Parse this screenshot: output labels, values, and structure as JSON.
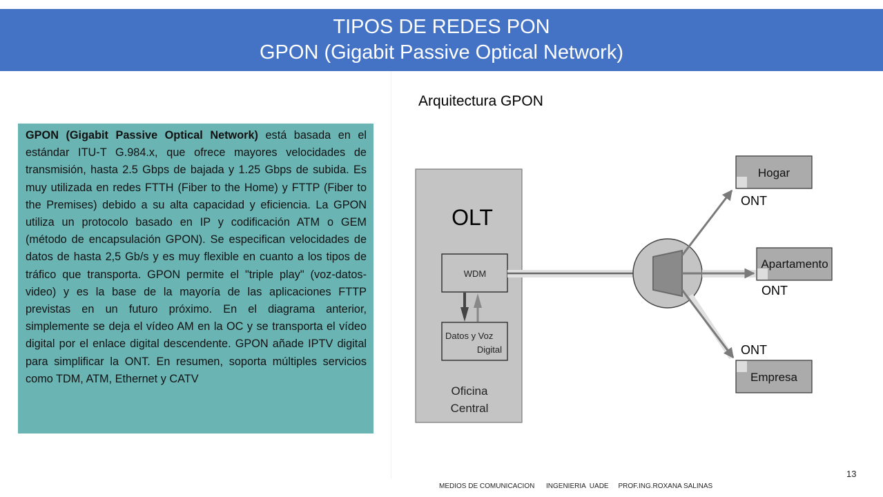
{
  "header": {
    "title_line1": "TIPOS DE REDES PON",
    "title_line2": "GPON (Gigabit Passive Optical Network)"
  },
  "textbox": {
    "bold_lead": "GPON (Gigabit Passive Optical Network)",
    "body": " está basada en el estándar ITU-T G.984.x, que ofrece mayores velocidades de transmisión, hasta 2.5 Gbps de bajada y 1.25 Gbps de subida. Es muy utilizada en redes FTTH (Fiber to the Home) y FTTP (Fiber to the Premises) debido a su alta capacidad y eficiencia. La GPON utiliza un protocolo basado en IP y codificación ATM o GEM (método de encapsulación GPON). Se especifican velocidades de datos de hasta 2,5 Gb/s y es muy flexible en cuanto a los tipos de tráfico que transporta. GPON permite el \"triple play\" (voz-datos-video) y es la base de la mayoría de las aplicaciones FTTP previstas en un futuro próximo. En el diagrama anterior, simplemente se deja el vídeo AM en la OC y se transporta el vídeo digital por el enlace digital descendente. GPON añade IPTV digital para simplificar la ONT. En resumen, soporta múltiples servicios como TDM, ATM, Ethernet y CATV",
    "background_color": "#6ab5b4"
  },
  "diagram": {
    "title": "Arquitectura GPON",
    "olt": {
      "label": "OLT",
      "wdm_label": "WDM",
      "data_box_line1": "Datos y Voz",
      "data_box_line2": "Digital",
      "office_line1": "Oficina",
      "office_line2": "Central"
    },
    "splitter": {
      "icon": "optical-splitter-icon"
    },
    "endpoints": [
      {
        "label": "Hogar",
        "ont_label": "ONT"
      },
      {
        "label": "Apartamento",
        "ont_label": "ONT"
      },
      {
        "label": "Empresa",
        "ont_label": "ONT"
      }
    ]
  },
  "footer": {
    "course": "MEDIOS DE COMUNICACION",
    "school": "INGENIERIA  UADE",
    "professor": "PROF.ING.ROXANA SALINAS",
    "page_number": "13"
  },
  "colors": {
    "header_bg": "#4472c4",
    "box_gray": "#bdbdbd",
    "dark_gray": "#7a7a7a"
  }
}
